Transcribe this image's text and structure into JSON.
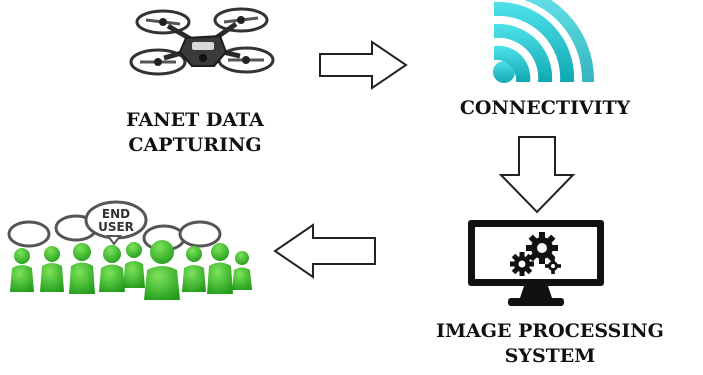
{
  "nodes": {
    "fanet": {
      "line1": "FANET DATA",
      "line2": "CAPTURING",
      "icon": "drone-icon"
    },
    "connectivity": {
      "label": "CONNECTIVITY",
      "icon": "wifi-icon"
    },
    "image_processing": {
      "line1": "IMAGE PROCESSING",
      "line2": "SYSTEM",
      "icon": "monitor-gears-icon"
    },
    "end_user": {
      "bubble_text_1": "END",
      "bubble_text_2": "USER",
      "icon": "end-users-icon"
    }
  },
  "edges": [
    {
      "from": "fanet",
      "to": "connectivity",
      "direction": "right"
    },
    {
      "from": "connectivity",
      "to": "image_processing",
      "direction": "down"
    },
    {
      "from": "image_processing",
      "to": "end_user",
      "direction": "left"
    }
  ],
  "colors": {
    "wifi": "#19c6cf",
    "user_green": "#3fbf2a",
    "text": "#111111",
    "arrow_stroke": "#222222"
  }
}
